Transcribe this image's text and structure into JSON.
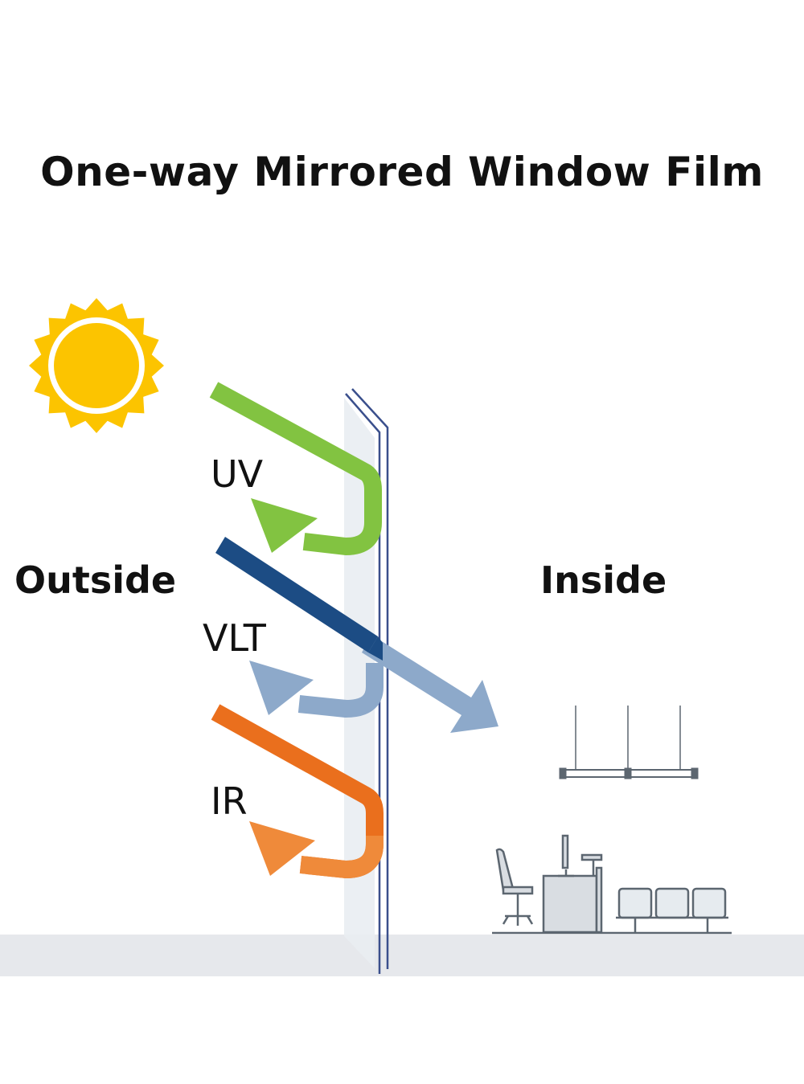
{
  "title": "One-way Mirrored Window Film",
  "labels": {
    "outside": "Outside",
    "inside": "Inside"
  },
  "rays": [
    {
      "id": "uv",
      "label": "UV",
      "color": "#82c341",
      "reflected_color": "#8fc43f",
      "transmitted": false
    },
    {
      "id": "vlt",
      "label": "VLT",
      "color": "#1c4c84",
      "reflected_color": "#8da9ca",
      "transmitted": true
    },
    {
      "id": "ir",
      "label": "IR",
      "color": "#ea6f1d",
      "reflected_color": "#ef8a3a",
      "transmitted": false
    }
  ],
  "colors": {
    "sun": "#fcc400",
    "glass_line": "#3a4f8c",
    "glass_pane": "#e9edf2",
    "floor": "#e6e8ec",
    "furniture": "#5c6670"
  },
  "icons": [
    "sun-icon",
    "ceiling-lamp-icon",
    "office-chair-icon",
    "computer-desk-icon",
    "waiting-seats-icon"
  ]
}
